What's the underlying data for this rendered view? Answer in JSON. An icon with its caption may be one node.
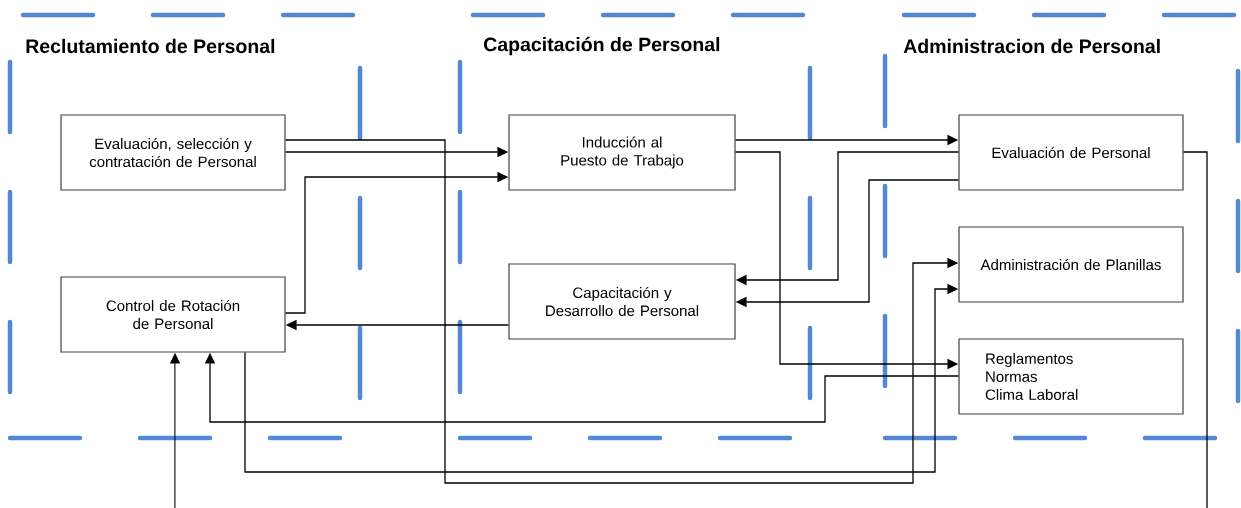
{
  "diagram": {
    "nodes": [
      {
        "text": [
          "Reclutamiento de Personal"
        ]
      },
      {
        "text": [
          "Capacitación de Personal"
        ]
      },
      {
        "text": [
          "Administracion de Personal"
        ]
      },
      {
        "text": [
          "Evaluación, selección y contratación de Personal"
        ],
        "in": 0
      },
      {
        "text": [
          "Control de Rotación de Personal"
        ],
        "in": 0
      },
      {
        "text": [
          "Inducción al Puesto de Trabajo"
        ],
        "in": 1
      },
      {
        "text": [
          "Capacitación y Desarrollo de Personal"
        ],
        "in": 1
      },
      {
        "text": [
          "Evaluación de Personal"
        ],
        "in": 2
      },
      {
        "text": [
          "Administración de Planillas"
        ],
        "in": 2
      },
      {
        "text": [
          "Reglamentos",
          "Normas",
          "Clima Laboral"
        ],
        "in": 2
      }
    ],
    "edges": [
      {
        "from": 3,
        "to": 5,
        "arrow": "to"
      },
      {
        "from": 3,
        "to": 8,
        "arrow": "to"
      },
      {
        "from": 4,
        "to": 5,
        "arrow": "to"
      },
      {
        "from": 6,
        "to": 4,
        "arrow": "to"
      },
      {
        "from": 4,
        "to": 8,
        "arrow": "to"
      },
      {
        "from": 9,
        "to": 4,
        "arrow": "to"
      },
      {
        "from": null,
        "to": 4,
        "arrow": "to"
      },
      {
        "from": 5,
        "to": 7,
        "arrow": "to"
      },
      {
        "from": 5,
        "to": 9,
        "arrow": "to"
      },
      {
        "from": 7,
        "to": 6,
        "arrow": "to"
      },
      {
        "from": 7,
        "to": 6,
        "arrow": "to"
      },
      {
        "from": 7,
        "to": null,
        "arrow": "none"
      }
    ]
  }
}
